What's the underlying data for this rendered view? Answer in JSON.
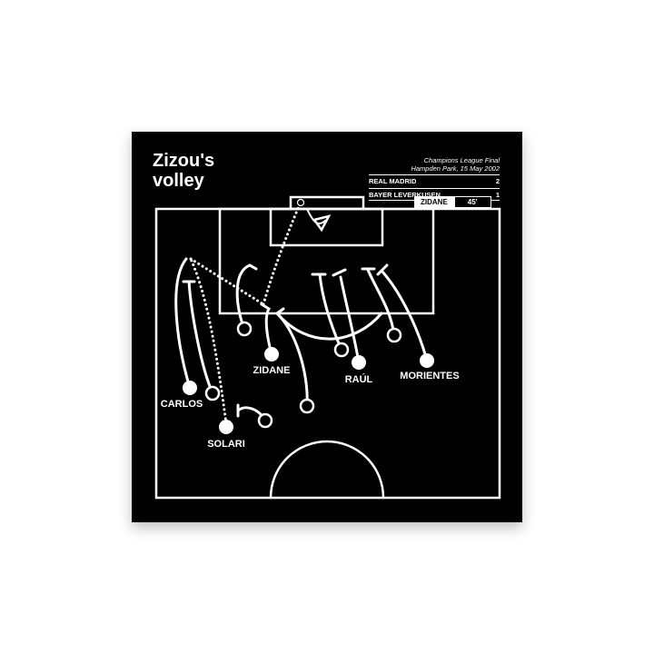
{
  "title": "Zizou's volley",
  "match": {
    "competition": "Champions League Final",
    "venue_date": "Hampden Park, 15 May 2002",
    "teams": [
      {
        "name": "REAL MADRID",
        "score": "2"
      },
      {
        "name": "BAYER LEVERKUSEN",
        "score": "1"
      }
    ]
  },
  "scorer": {
    "name": "ZIDANE",
    "minute": "45'"
  },
  "players": [
    "ZIDANE",
    "RAÚL",
    "MORIENTES",
    "CARLOS",
    "SOLARI"
  ],
  "colors": {
    "background": "#000000",
    "lines": "#ffffff",
    "page": "#ffffff"
  }
}
